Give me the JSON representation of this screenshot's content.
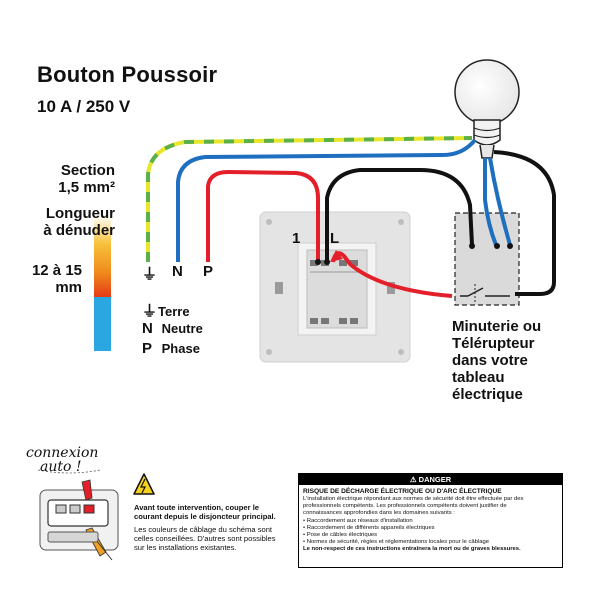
{
  "header": {
    "title": "Bouton Poussoir",
    "rating": "10 A / 250 V"
  },
  "wire_spec": {
    "section_line1": "Section",
    "section_line2": "1,5 mm²",
    "strip_line1": "Longueur",
    "strip_line2": "à dénuder",
    "strip_length_line1": "12 à 15",
    "strip_length_line2": "mm"
  },
  "terminals": {
    "earth_symbol": "⏚",
    "neutral": "N",
    "phase": "P",
    "switch_left": "1",
    "switch_right": "L"
  },
  "legend": {
    "earth_symbol": "⏚",
    "earth": "Terre",
    "neutral_symbol": "N",
    "neutral": "Neutre",
    "phase_symbol": "P",
    "phase": "Phase"
  },
  "device_label": {
    "line1": "Minuterie ou",
    "line2": "Télérupteur",
    "line3": "dans votre",
    "line4": "tableau",
    "line5": "électrique"
  },
  "auto_connect": {
    "line1": "connexion",
    "line2": "auto !"
  },
  "warning": {
    "icon": "warning-triangle-icon",
    "text1": "Avant toute intervention, couper le courant depuis le disjoncteur principal.",
    "text2": "Les couleurs de câblage du schéma sont celles conseillées. D'autres sont possibles sur les installations existantes."
  },
  "danger_box": {
    "header": "⚠ DANGER",
    "title": "RISQUE DE DÉCHARGE ÉLECTRIQUE OU D'ARC ÉLECTRIQUE",
    "line1": "L'installation électrique répondant aux normes de sécurité doit être effectuée par des",
    "line2": "professionnels compétents. Les professionnels compétents doivent justifier de",
    "line3": "connaissances approfondies dans les domaines suivants :",
    "line4": "• Raccordement aux réseaux d'installation",
    "line5": "• Raccordement de différents appareils électriques",
    "line6": "• Pose de câbles électriques",
    "line7": "• Normes de sécurité, règles et réglementations locales pour le câblage",
    "line8": "Le non-respect de ces instructions entraînera la mort ou de graves blessures."
  },
  "colors": {
    "earth_yellow": "#e8e62a",
    "earth_green": "#5bb04a",
    "neutral_blue": "#1f6fc0",
    "phase_red": "#e3202a",
    "switch_black": "#111111",
    "device_grey": "#d9d9d9"
  }
}
